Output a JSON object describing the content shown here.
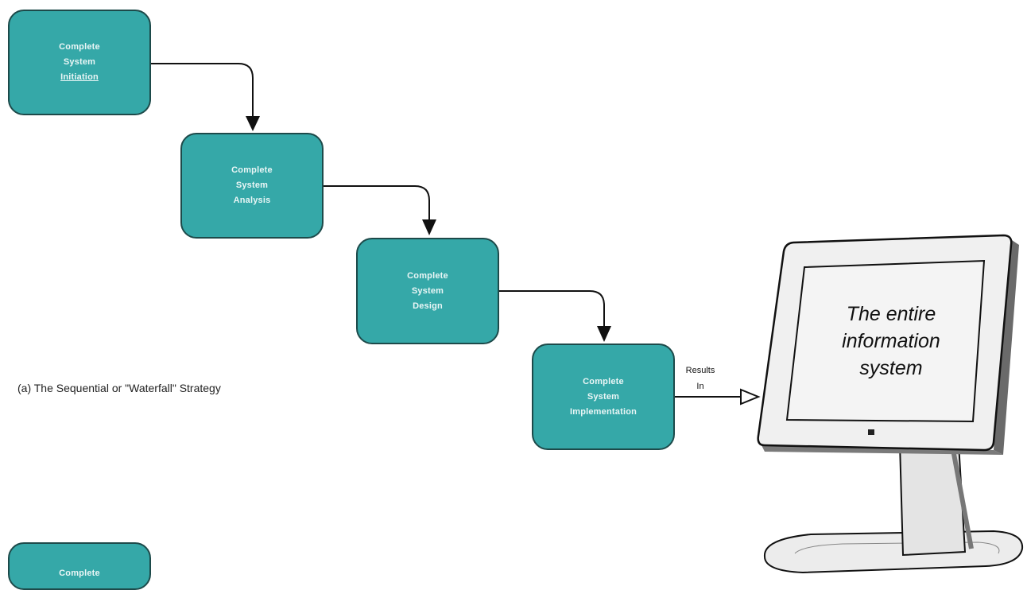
{
  "boxes": [
    {
      "lines": [
        "Complete",
        "System",
        "Initiation"
      ]
    },
    {
      "lines": [
        "Complete",
        "System",
        "Analysis"
      ]
    },
    {
      "lines": [
        "Complete",
        "System",
        "Design"
      ]
    },
    {
      "lines": [
        "Complete",
        "System",
        "Implementation"
      ]
    },
    {
      "lines": [
        "Complete"
      ]
    }
  ],
  "caption": "(a) The Sequential or \"Waterfall\" Strategy",
  "results_label": [
    "Results",
    "In"
  ],
  "monitor_text": [
    "The entire",
    "information",
    "system"
  ],
  "colors": {
    "box_fill": "#35a8a8",
    "box_border": "#1d4a4a",
    "arrow": "#111111"
  }
}
